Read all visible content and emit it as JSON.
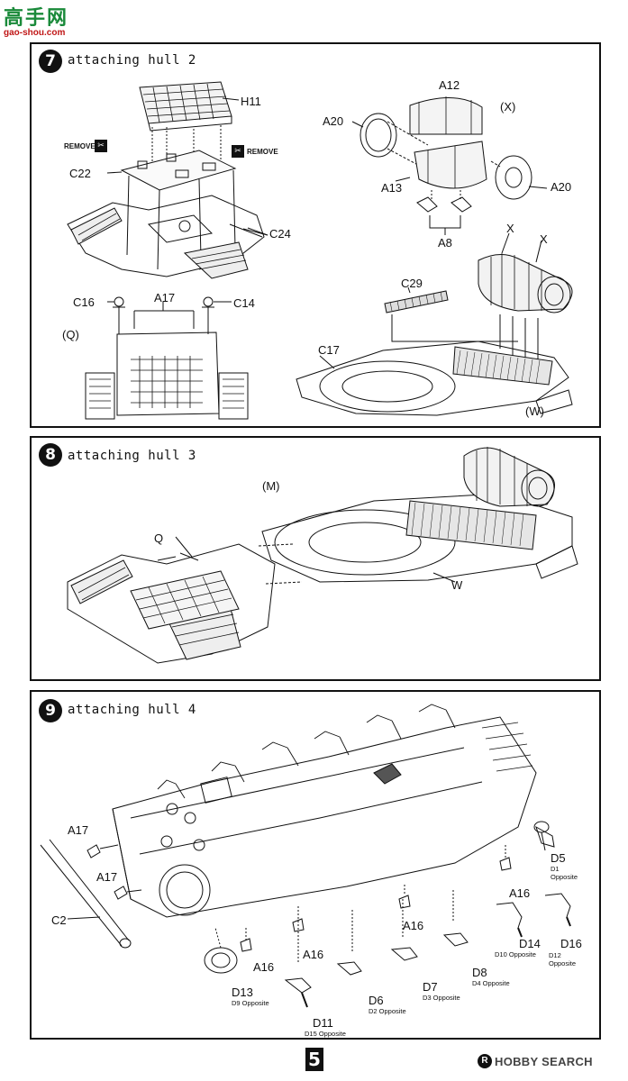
{
  "watermark": {
    "chars": "高手网",
    "url": "gao-shou.com"
  },
  "steps": [
    {
      "number": "7",
      "title": "attaching hull 2"
    },
    {
      "number": "8",
      "title": "attaching hull 3"
    },
    {
      "number": "9",
      "title": "attaching hull 4"
    }
  ],
  "step7": {
    "remove_left": "REMOVE",
    "remove_right": "REMOVE",
    "labels": {
      "h11": "H11",
      "c22": "C22",
      "c24": "C24",
      "c16": "C16",
      "a17": "A17",
      "c14": "C14",
      "q": "(Q)",
      "a12": "A12",
      "x_top": "(X)",
      "a20_left": "A20",
      "a13": "A13",
      "a20_right": "A20",
      "a8": "A8",
      "x1": "X",
      "x2": "X",
      "c29": "C29",
      "c17": "C17",
      "w": "(W)"
    }
  },
  "step8": {
    "labels": {
      "m": "(M)",
      "q": "Q",
      "w": "W"
    }
  },
  "step9": {
    "labels": {
      "a17a": "A17",
      "a17b": "A17",
      "c2": "C2",
      "a16a": "A16",
      "a16b": "A16",
      "a16c": "A16",
      "a16d": "A16",
      "d5": "D5",
      "d5sub": "D1\nOpposite",
      "d14": "D14",
      "d14sub": "D10 Opposite",
      "d16": "D16",
      "d16sub": "D12\nOpposite",
      "d13": "D13",
      "d13sub": "D9 Opposite",
      "d11": "D11",
      "d11sub": "D15 Opposite",
      "d6": "D6",
      "d6sub": "D2 Opposite",
      "d7": "D7",
      "d7sub": "D3 Opposite",
      "d8": "D8",
      "d8sub": "D4 Opposite"
    }
  },
  "page_number": "5",
  "brand": {
    "name": "HOBBY SEARCH",
    "mark": "R"
  }
}
